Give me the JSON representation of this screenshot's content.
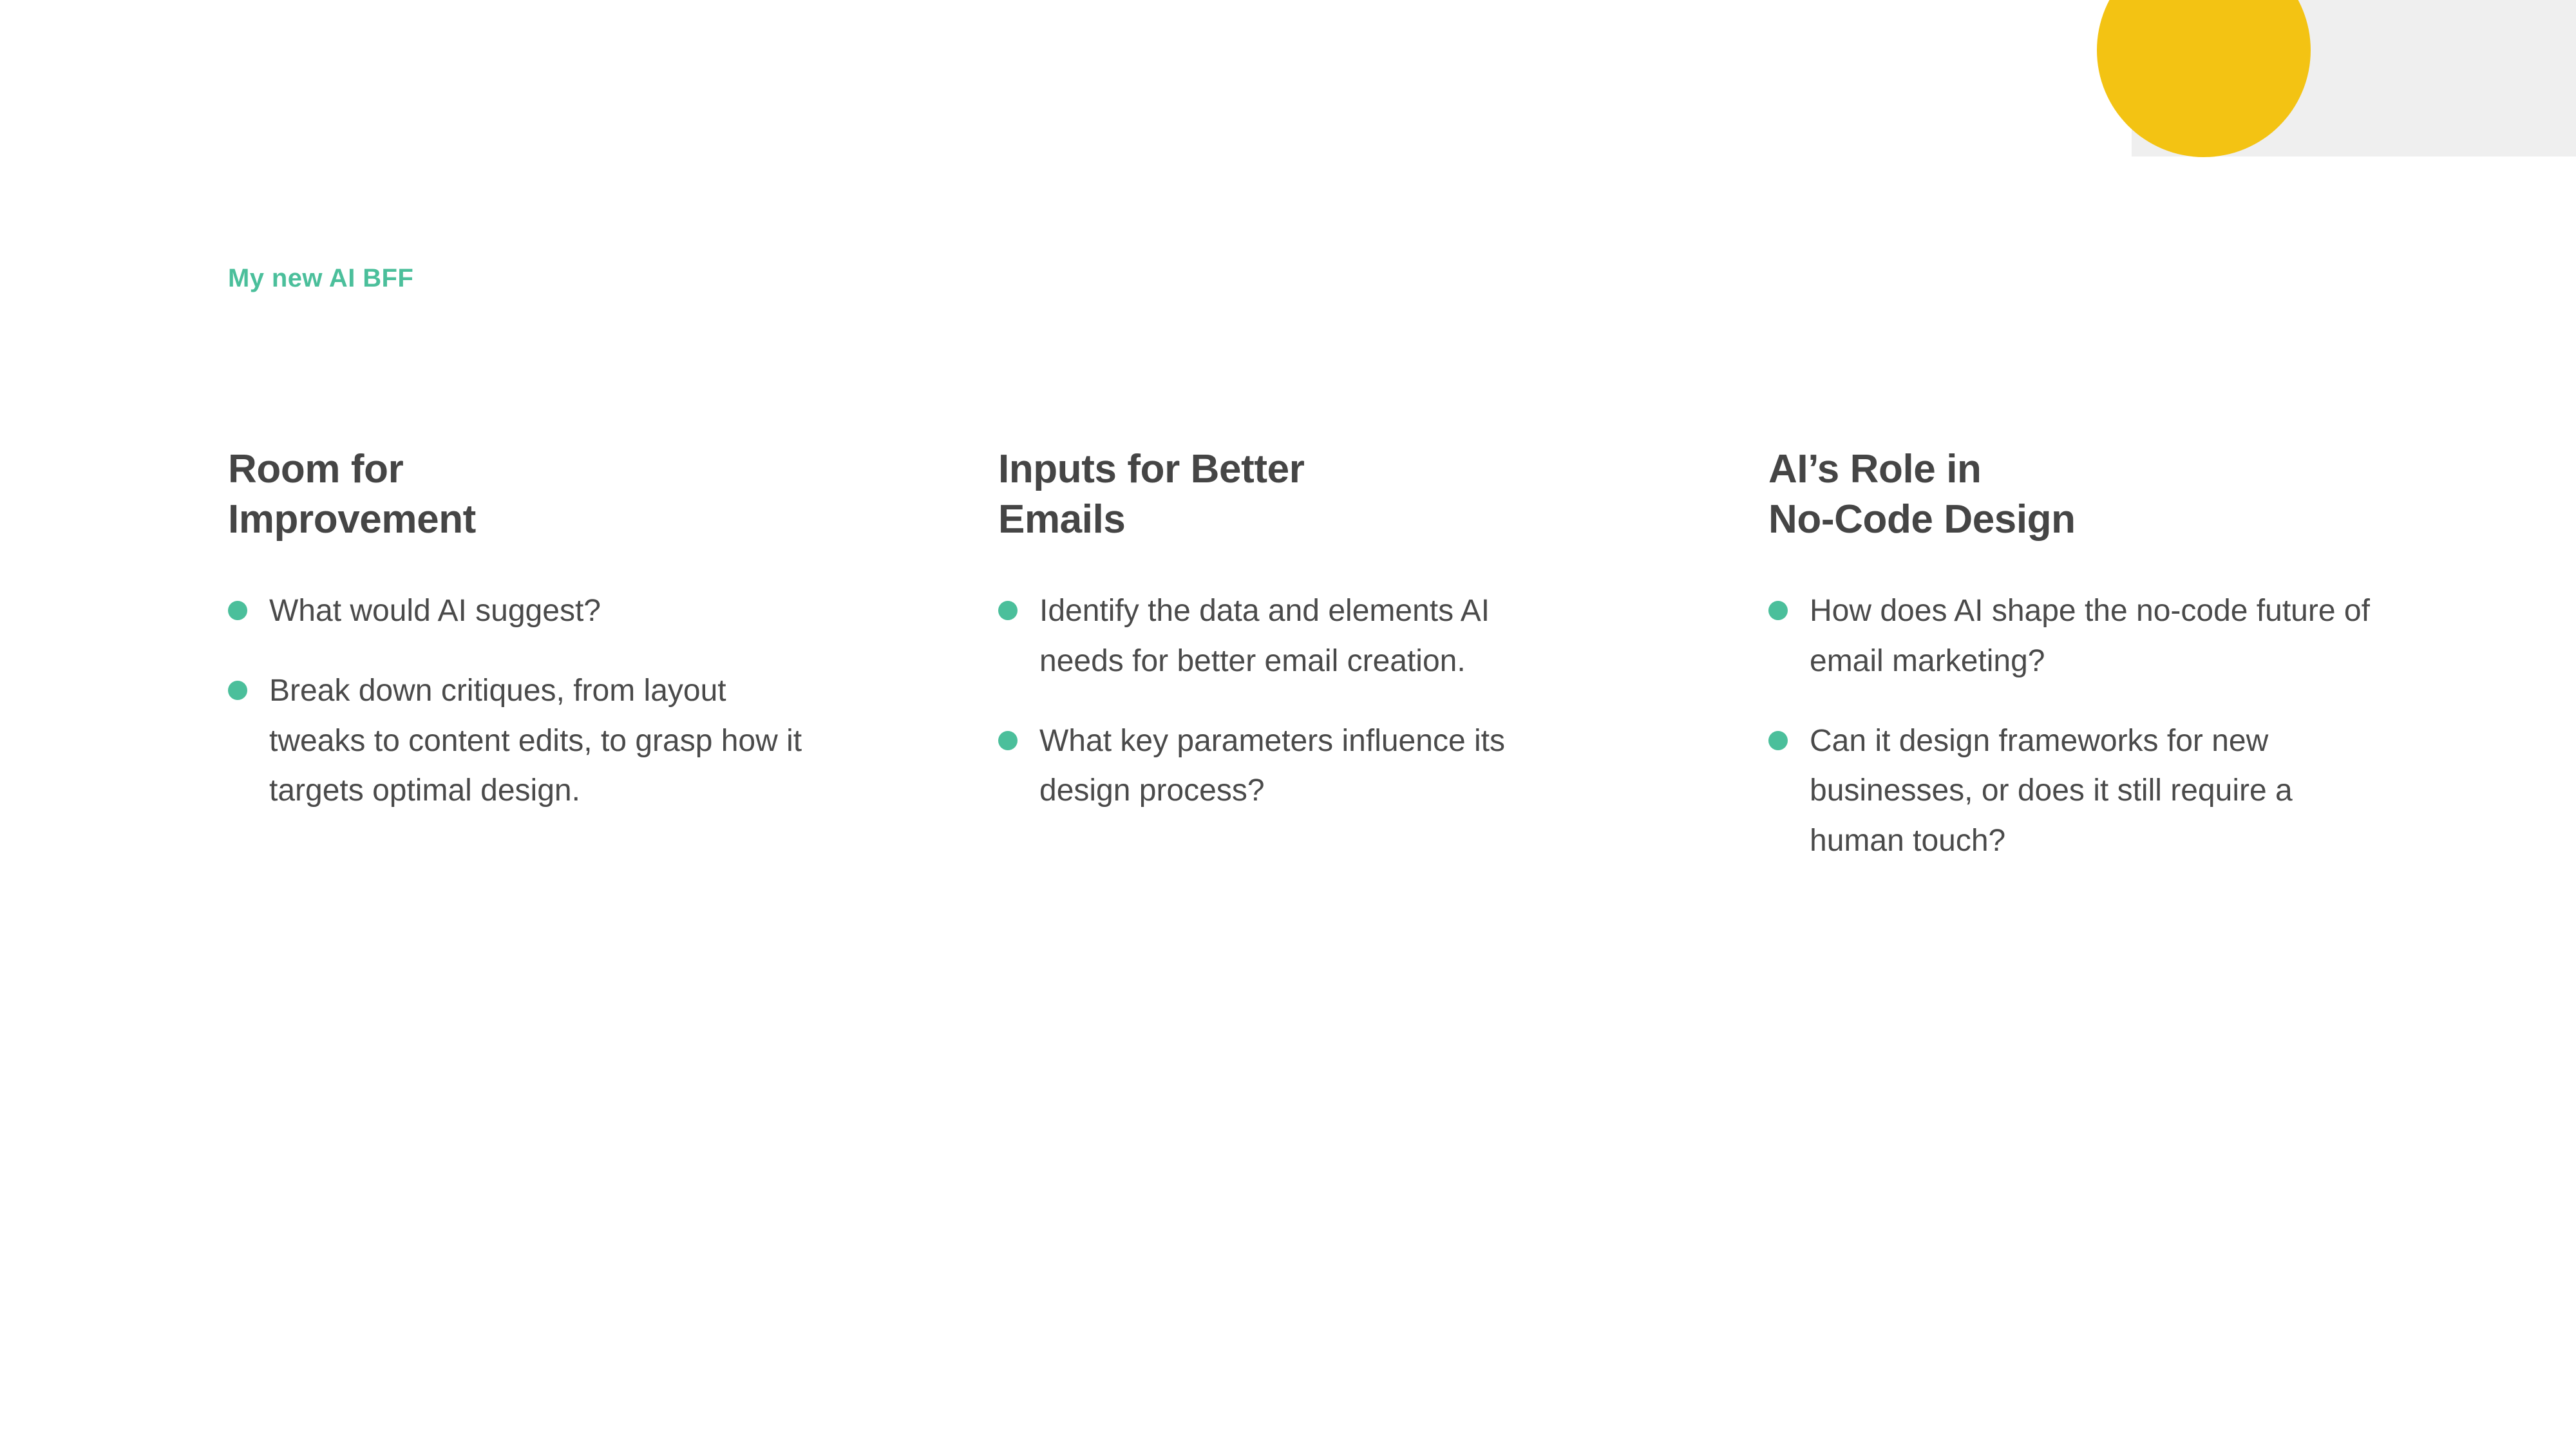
{
  "slide": {
    "background_color": "#FFFFFF",
    "eyebrow": "My new AI BFF",
    "eyebrow_color": "#4BBF9B",
    "heading_color": "#454545",
    "body_color": "#4A4A4A",
    "bullet_color": "#4BBF9B"
  },
  "decoration": {
    "yellow_circle_color": "#F3C313",
    "gray_band_color": "#EFEFEF"
  },
  "columns": [
    {
      "heading": "Room for\nImprovement",
      "bullets": [
        "What would AI suggest?",
        "Break down critiques, from layout tweaks to content edits, to grasp how it targets optimal design."
      ]
    },
    {
      "heading": "Inputs for Better\nEmails",
      "bullets": [
        "Identify the data and elements AI needs for better email creation.",
        "What key parameters influence its design process?"
      ]
    },
    {
      "heading": "AI’s Role in\nNo-Code Design",
      "bullets": [
        "How does AI shape the no-code future of email marketing?",
        "Can it design frameworks for new businesses, or does it still require a human touch?"
      ]
    }
  ]
}
